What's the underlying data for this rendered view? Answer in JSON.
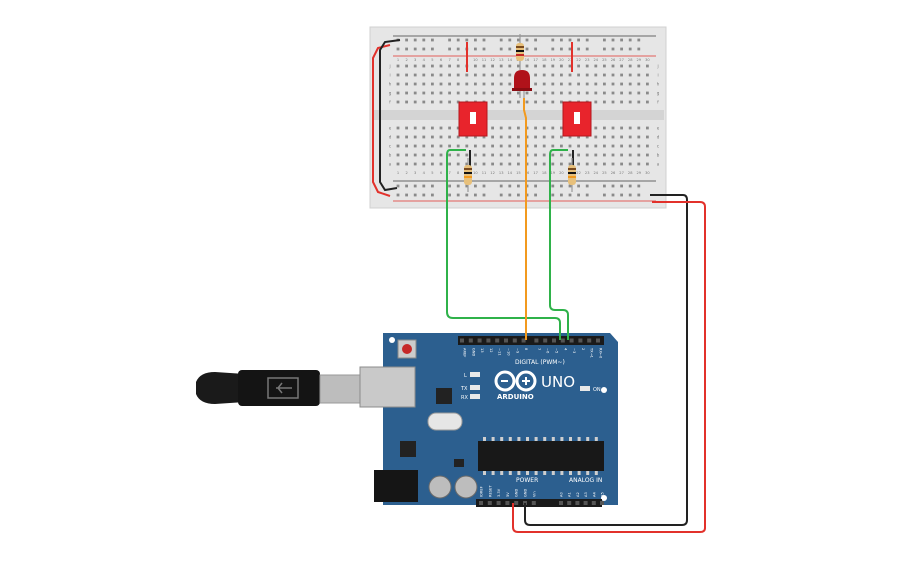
{
  "board": {
    "model_label": "UNO",
    "brand_label": "ARDUINO",
    "digital_label": "DIGITAL (PWM~)",
    "power_label": "POWER",
    "analog_label": "ANALOG IN",
    "on_label": "ON",
    "led_l_label": "L",
    "tx_label": "TX",
    "rx_label": "RX",
    "digital_pins": [
      "AREF",
      "GND",
      "13",
      "12",
      "~11",
      "~10",
      "~9",
      "8",
      "7",
      "~6",
      "~5",
      "4",
      "~3",
      "2",
      "TX→1",
      "RX←0"
    ],
    "power_pins": [
      "IOREF",
      "RESET",
      "3.3V",
      "5V",
      "GND",
      "GND",
      "Vin"
    ],
    "analog_pins": [
      "A0",
      "A1",
      "A2",
      "A3",
      "A4",
      "A5"
    ]
  },
  "breadboard": {
    "column_numbers": [
      "1",
      "2",
      "3",
      "4",
      "5",
      "6",
      "7",
      "8",
      "9",
      "10",
      "11",
      "12",
      "13",
      "14",
      "15",
      "16",
      "17",
      "18",
      "19",
      "20",
      "21",
      "22",
      "23",
      "24",
      "25",
      "26",
      "27",
      "28",
      "29",
      "30"
    ],
    "row_letters_top": [
      "j",
      "i",
      "h",
      "g",
      "f"
    ],
    "row_letters_bottom": [
      "e",
      "d",
      "c",
      "b",
      "a"
    ]
  },
  "colors": {
    "board": "#2c5f8f",
    "breadboard": "#e6e6e6",
    "wire_green": "#2fb24a",
    "wire_orange": "#f29a1f",
    "wire_red": "#e2312b",
    "wire_black": "#222222",
    "button": "#e8242c",
    "led": "#b0121a"
  }
}
